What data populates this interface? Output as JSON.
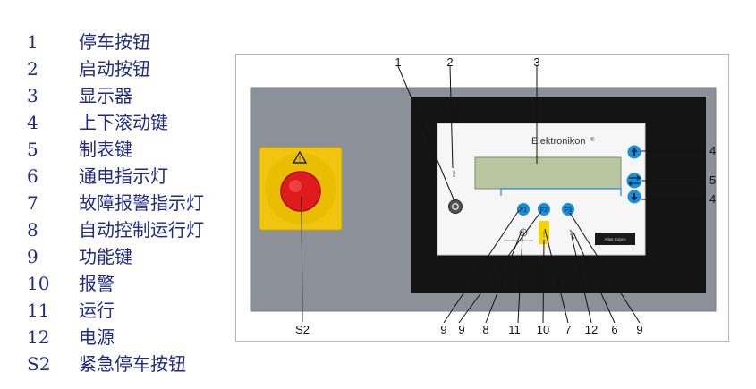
{
  "legend": [
    {
      "num": "1",
      "text": "停车按钮"
    },
    {
      "num": "2",
      "text": "启动按钮"
    },
    {
      "num": "3",
      "text": "显示器"
    },
    {
      "num": "4",
      "text": "上下滚动键"
    },
    {
      "num": "5",
      "text": "制表键"
    },
    {
      "num": "6",
      "text": "通电指示灯"
    },
    {
      "num": "7",
      "text": "故障报警指示灯"
    },
    {
      "num": "8",
      "text": "自动控制运行灯"
    },
    {
      "num": "9",
      "text": "功能键"
    },
    {
      "num": "10",
      "text": "报警"
    },
    {
      "num": "11",
      "text": "运行"
    },
    {
      "num": "12",
      "text": "电源"
    },
    {
      "num": "S2",
      "text": "紧急停车按钮"
    }
  ],
  "panel": {
    "brand": "Elektronikon",
    "brand_mark": "®",
    "start_symbol": "I",
    "func_keys": [
      "F1",
      "F2",
      "F3"
    ],
    "small_print": "www.atlascopco.com",
    "logo_text": "Atlas Copco"
  },
  "callouts": {
    "top": [
      "1",
      "2",
      "3"
    ],
    "right": [
      "4",
      "5",
      "4"
    ],
    "bottom": [
      "9",
      "9",
      "8",
      "11",
      "10",
      "7",
      "12",
      "6",
      "9"
    ],
    "emergency": "S2"
  },
  "colors": {
    "legend_text": "#1f2a8a",
    "key_blue": "#1a8fd6",
    "alarm_yellow": "#f4d400",
    "estop_red": "#e01b1b",
    "estop_yellow": "#f1c40f",
    "lcd_green": "#b9c6a0"
  }
}
